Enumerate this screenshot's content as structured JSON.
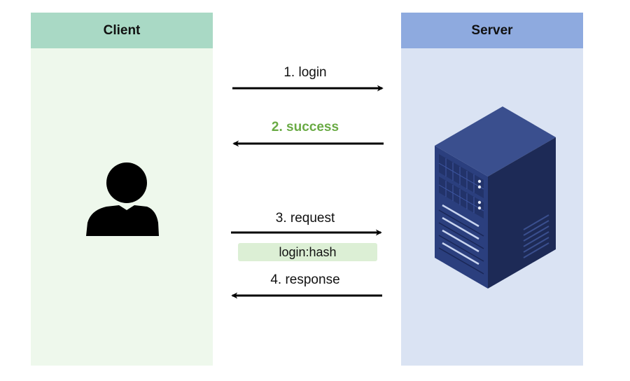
{
  "lanes": {
    "client": {
      "title": "Client"
    },
    "server": {
      "title": "Server"
    }
  },
  "messages": [
    {
      "label": "1. login",
      "direction": "to-server"
    },
    {
      "label": "2. success",
      "direction": "to-client",
      "color": "#6aab45"
    },
    {
      "label": "3. request",
      "direction": "to-server"
    },
    {
      "label": "4. response",
      "direction": "to-client"
    }
  ],
  "payload_tag": "login:hash",
  "icons": {
    "client": "user-icon",
    "server": "server-icon"
  },
  "colors": {
    "client_header": "#a9d9c5",
    "client_body": "#eef8ec",
    "server_header": "#8eaadf",
    "server_body": "#dae3f3",
    "success": "#6aab45"
  }
}
